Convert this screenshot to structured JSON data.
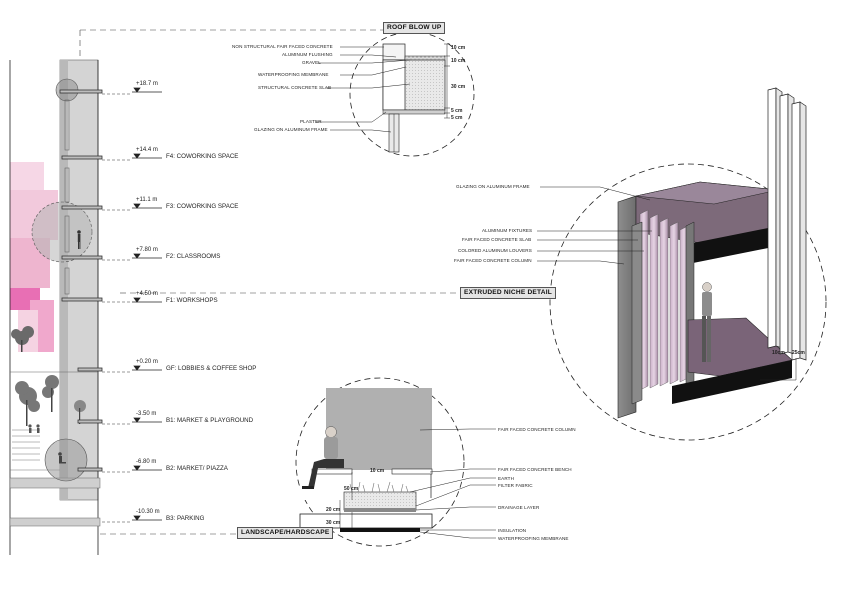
{
  "levels": [
    {
      "value": "+18.7 m",
      "name": ""
    },
    {
      "value": "+14.4 m",
      "name": "F4: COWORKING SPACE"
    },
    {
      "value": "+11.1 m",
      "name": "F3: COWORKING SPACE"
    },
    {
      "value": "+7.80 m",
      "name": "F2: CLASSROOMS"
    },
    {
      "value": "+4.50 m",
      "name": "F1: WORKSHOPS"
    },
    {
      "value": "+0.20 m",
      "name": "GF: LOBBIES & COFFEE SHOP"
    },
    {
      "value": "-3.50 m",
      "name": "B1: MARKET & PLAYGROUND"
    },
    {
      "value": "-6.80 m",
      "name": "B2: MARKET/ PIAZZA"
    },
    {
      "value": "-10.30 m",
      "name": "B3: PARKING"
    }
  ],
  "roof_detail": {
    "title": "ROOF BLOW UP",
    "labels": [
      "NON STRUCTURAL FAIR FACED CONCRETE",
      "ALUMINUM FLUSHING",
      "GRAVEL",
      "WATERPROOFING MEMBRANE",
      "STRUCTURAL CONCRETE SLAB",
      "PLASTER",
      "GLAZING ON ALUMINUM FRAME"
    ],
    "dims": [
      "10 cm",
      "10 cm",
      "30 cm",
      "5 cm",
      "5 cm"
    ]
  },
  "niche_detail": {
    "title": "EXTRUDED NICHE DETAIL",
    "labels": [
      "GLAZING  ON ALUMINUM FRAME",
      "ALUMINUM FIXTURES",
      "FAIR FACED CONCRETE SLAB",
      "COLORED ALUMINUM LOUVERS",
      "FAIR FACED CONCRETE COLUMN"
    ],
    "dims": [
      "10cm",
      "25cm"
    ]
  },
  "landscape_detail": {
    "title": "LANDSCAPE/HARDSCAPE",
    "labels": [
      "FAIR FACED CONCRETE COLUMN",
      "FAIR FACED CONCRETE BENCH",
      "EARTH",
      "FILTER FABRIC",
      "DRAINAGE LAYER",
      "INSULATION",
      "WATERPROOFING MEMBRANE"
    ],
    "dims": [
      "10 cm",
      "50 cm",
      "20 cm",
      "30 cm"
    ]
  },
  "colors": {
    "line": "#222222",
    "concrete": "#9a9a9a",
    "concrete_light": "#c8c8c8",
    "louver": "#b79bb5",
    "slab_top": "#7a6478",
    "pink_1": "#f2c8dc",
    "pink_2": "#e86fb4",
    "tree": "#6b6b6b"
  }
}
